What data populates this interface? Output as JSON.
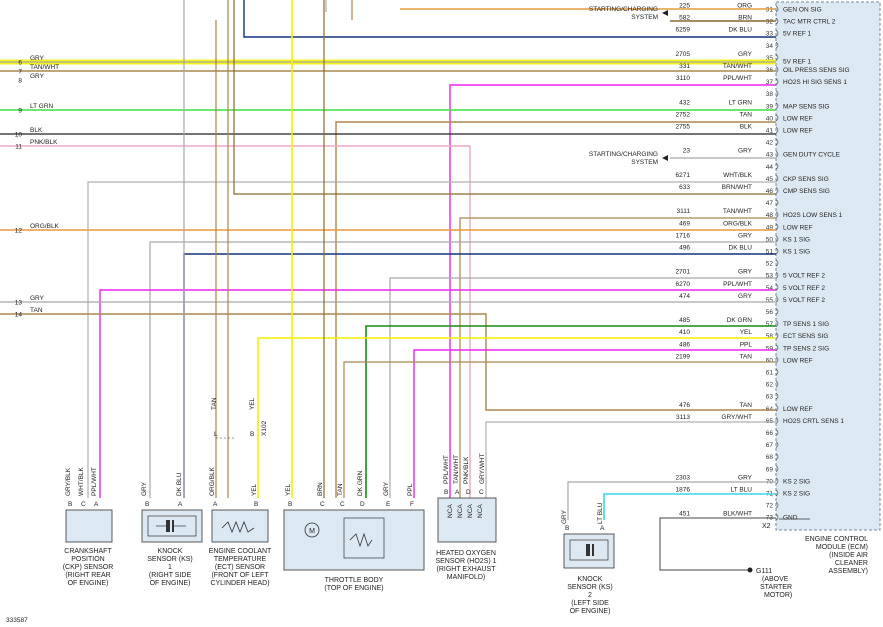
{
  "ecm": {
    "pins": [
      {
        "n": "31",
        "circuit": "225",
        "color": "ORG",
        "label": "GEN ON SIG"
      },
      {
        "n": "32",
        "circuit": "582",
        "color": "BRN",
        "label": "TAC MTR CTRL 2"
      },
      {
        "n": "33",
        "circuit": "6259",
        "color": "DK BLU",
        "label": "5V REF 1"
      },
      {
        "n": "34",
        "circuit": "",
        "color": "",
        "label": ""
      },
      {
        "n": "35",
        "circuit": "2705",
        "color": "GRY",
        "label": ""
      },
      {
        "n": "36",
        "circuit": "331",
        "color": "TAN/WHT",
        "label": "OIL PRESS SENS SIG"
      },
      {
        "n": "37",
        "circuit": "3110",
        "color": "PPL/WHT",
        "label": "HO2S HI SIG SENS 1"
      },
      {
        "n": "38",
        "circuit": "",
        "color": "",
        "label": ""
      },
      {
        "n": "39",
        "circuit": "432",
        "color": "LT GRN",
        "label": "MAP SENS SIG"
      },
      {
        "n": "40",
        "circuit": "2752",
        "color": "TAN",
        "label": "LOW REF"
      },
      {
        "n": "41",
        "circuit": "2755",
        "color": "BLK",
        "label": "LOW REF"
      },
      {
        "n": "42",
        "circuit": "",
        "color": "",
        "label": ""
      },
      {
        "n": "43",
        "circuit": "23",
        "color": "GRY",
        "label": "GEN DUTY CYCLE"
      },
      {
        "n": "44",
        "circuit": "",
        "color": "",
        "label": ""
      },
      {
        "n": "45",
        "circuit": "6271",
        "color": "WHT/BLK",
        "label": "CKP SENS SIG"
      },
      {
        "n": "46",
        "circuit": "633",
        "color": "BRN/WHT",
        "label": "CMP SENS SIG"
      },
      {
        "n": "47",
        "circuit": "",
        "color": "",
        "label": ""
      },
      {
        "n": "48",
        "circuit": "3111",
        "color": "TAN/WHT",
        "label": "HO2S LOW SENS 1"
      },
      {
        "n": "49",
        "circuit": "469",
        "color": "ORG/BLK",
        "label": "LOW REF"
      },
      {
        "n": "50",
        "circuit": "1716",
        "color": "GRY",
        "label": "KS 1 SIG"
      },
      {
        "n": "51",
        "circuit": "496",
        "color": "DK BLU",
        "label": "KS 1 SIG"
      },
      {
        "n": "52",
        "circuit": "",
        "color": "",
        "label": ""
      },
      {
        "n": "53",
        "circuit": "2701",
        "color": "GRY",
        "label": "5 VOLT REF 2"
      },
      {
        "n": "54",
        "circuit": "6270",
        "color": "PPL/WHT",
        "label": "5 VOLT REF 2"
      },
      {
        "n": "55",
        "circuit": "474",
        "color": "GRY",
        "label": "5 VOLT REF 2"
      },
      {
        "n": "56",
        "circuit": "",
        "color": "",
        "label": ""
      },
      {
        "n": "57",
        "circuit": "485",
        "color": "DK GRN",
        "label": "TP SENS 1 SIG"
      },
      {
        "n": "58",
        "circuit": "410",
        "color": "YEL",
        "label": "ECT SENS SIG"
      },
      {
        "n": "59",
        "circuit": "486",
        "color": "PPL",
        "label": "TP SENS 2 SIG"
      },
      {
        "n": "60",
        "circuit": "2199",
        "color": "TAN",
        "label": "LOW REF"
      },
      {
        "n": "61",
        "circuit": "",
        "color": "",
        "label": ""
      },
      {
        "n": "62",
        "circuit": "",
        "color": "",
        "label": ""
      },
      {
        "n": "63",
        "circuit": "",
        "color": "",
        "label": ""
      },
      {
        "n": "64",
        "circuit": "476",
        "color": "TAN",
        "label": "LOW REF"
      },
      {
        "n": "65",
        "circuit": "3113",
        "color": "GRY/WHT",
        "label": "HO2S CRTL SENS 1"
      },
      {
        "n": "66",
        "circuit": "",
        "color": "",
        "label": ""
      },
      {
        "n": "67",
        "circuit": "",
        "color": "",
        "label": ""
      },
      {
        "n": "68",
        "circuit": "",
        "color": "",
        "label": ""
      },
      {
        "n": "69",
        "circuit": "",
        "color": "",
        "label": ""
      },
      {
        "n": "70",
        "circuit": "2303",
        "color": "GRY",
        "label": "KS 2 SIG"
      },
      {
        "n": "71",
        "circuit": "1876",
        "color": "LT BLU",
        "label": "KS 2 SIG"
      },
      {
        "n": "72",
        "circuit": "",
        "color": "",
        "label": ""
      },
      {
        "n": "73",
        "circuit": "451",
        "color": "BLK/WHT",
        "label": "GND"
      }
    ],
    "connector": "X2",
    "title_lines": [
      "ENGINE CONTROL",
      "MODULE (ECM)",
      "(INSIDE AIR",
      "CLEANER",
      "ASSEMBLY)"
    ]
  },
  "gray_row35_label": "5V REF 1",
  "starting_charging_lines": [
    "STARTING/CHARGING",
    "SYSTEM"
  ],
  "left_connections": [
    {
      "n": "6",
      "color": "GRY"
    },
    {
      "n": "7",
      "color": "TAN/WHT"
    },
    {
      "n": "8",
      "color": "GRY"
    },
    {
      "n": "9",
      "color": "LT GRN"
    },
    {
      "n": "10",
      "color": "BLK"
    },
    {
      "n": "11",
      "color": "PNK/BLK"
    },
    {
      "n": "12",
      "color": "ORG/BLK"
    },
    {
      "n": "13",
      "color": "GRY"
    },
    {
      "n": "14",
      "color": "TAN"
    }
  ],
  "components": {
    "ckp": {
      "pins": [
        {
          "letter": "B",
          "color": "GRY/BLK"
        },
        {
          "letter": "C",
          "color": "WHT/BLK"
        },
        {
          "letter": "A",
          "color": "PPL/WHT"
        }
      ],
      "label_lines": [
        "CRANKSHAFT",
        "POSITION",
        "(CKP) SENSOR",
        "(RIGHT REAR",
        "OF ENGINE)"
      ]
    },
    "ks1": {
      "pins": [
        {
          "letter": "B",
          "color": "GRY"
        },
        {
          "letter": "A",
          "color": "DK BLU"
        }
      ],
      "label_lines": [
        "KNOCK",
        "SENSOR (KS)",
        "1",
        "(RIGHT SIDE",
        "OF ENGINE)"
      ]
    },
    "ect": {
      "pins": [
        {
          "letter": "A",
          "color": "ORG/BLK"
        },
        {
          "letter": "B",
          "color": "YEL"
        }
      ],
      "label_lines": [
        "ENGINE COOLANT",
        "TEMPERATURE",
        "(ECT) SENSOR",
        "(FRONT OF LEFT",
        "CYLINDER HEAD)"
      ],
      "inline_colors": [
        "TAN",
        "YEL"
      ],
      "inline_letters": [
        "L",
        "B"
      ],
      "connector": "X102"
    },
    "tb": {
      "pins": [
        {
          "letter": "B",
          "color": "YEL"
        },
        {
          "letter": "C",
          "color": "BRN"
        },
        {
          "letter": "C",
          "color": "TAN"
        },
        {
          "letter": "D",
          "color": "DK GRN"
        },
        {
          "letter": "E",
          "color": "GRY"
        },
        {
          "letter": "F",
          "color": "PPL"
        }
      ],
      "motor": "M",
      "label_lines": [
        "THROTTLE BODY",
        "(TOP OF ENGINE)"
      ]
    },
    "ho2s": {
      "pins": [
        {
          "letter": "B",
          "color": "PPL/WHT"
        },
        {
          "letter": "A",
          "color": "TAN/WHT"
        },
        {
          "letter": "D",
          "color": "PNK/BLK"
        },
        {
          "letter": "C",
          "color": "GRY/WHT"
        }
      ],
      "nca": "NCA",
      "label_lines": [
        "HEATED OXYGEN",
        "SENSOR (HO2S) 1",
        "(RIGHT EXHAUST",
        "MANIFOLD)"
      ]
    },
    "ks2": {
      "pins": [
        {
          "letter": "B",
          "color": "GRY"
        },
        {
          "letter": "A",
          "color": "LT BLU"
        }
      ],
      "label_lines": [
        "KNOCK",
        "SENSOR (KS)",
        "2",
        "(LEFT SIDE",
        "OF ENGINE)"
      ]
    },
    "ground": {
      "id": "G111",
      "label_lines": [
        "(ABOVE",
        "STARTER",
        "MOTOR)"
      ]
    }
  },
  "figure_number": "333587",
  "colors": {
    "gray": "#a8a8a8",
    "tan": "#a8874e",
    "yellow": "#f2f200",
    "dkblue": "#13337a",
    "ltgreen": "#3de03d",
    "black": "#222222",
    "pink": "#e8a8c8",
    "orange": "#e59a3c",
    "purple": "#ee24ee",
    "dkgreen": "#178a17",
    "ltblue": "#35d9e6",
    "brown": "#8b6a2a",
    "ecm_fill": "#dde9f2"
  }
}
